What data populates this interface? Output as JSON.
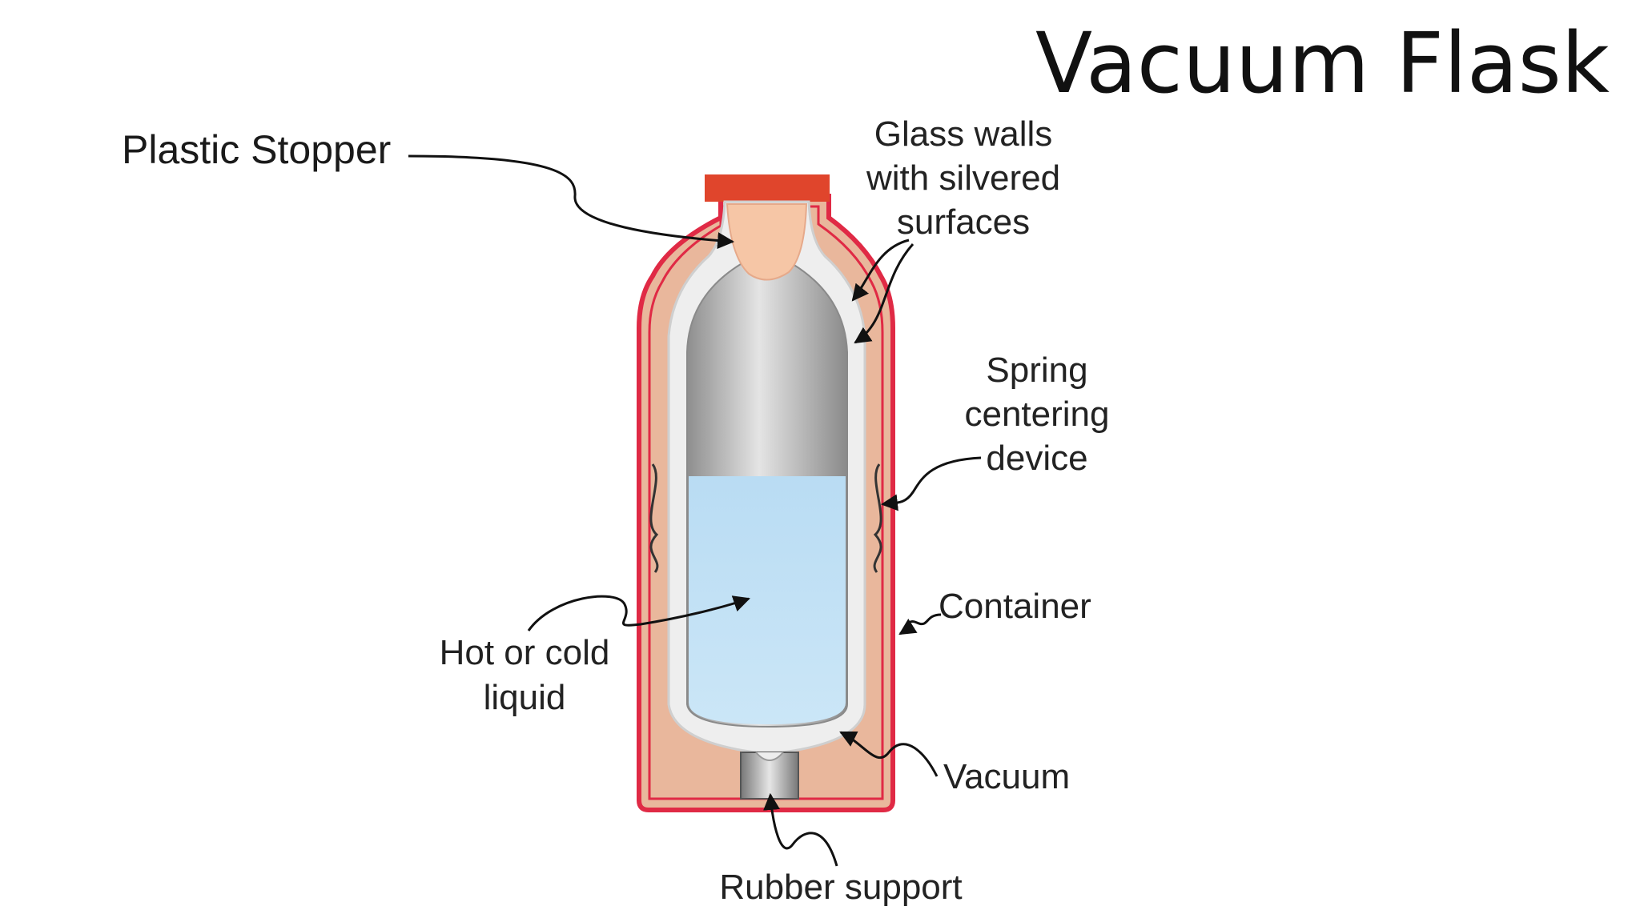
{
  "title": "Vacuum Flask",
  "labels": {
    "stopper": "Plastic Stopper",
    "glass_walls": [
      "Glass walls",
      "with silvered",
      "surfaces"
    ],
    "spring": [
      "Spring",
      "centering",
      "device"
    ],
    "container": "Container",
    "liquid": [
      "Hot or cold",
      "liquid"
    ],
    "vacuum": "Vacuum",
    "rubber": "Rubber support"
  },
  "colors": {
    "cap": "#e0452c",
    "container_outline": "#e02a45",
    "container_fill": "#e9b79c",
    "glass": "#eeeeee",
    "stopper": "#f6c6a6",
    "liquid": "#bfe0f4",
    "silver": "#9a9a9a"
  }
}
